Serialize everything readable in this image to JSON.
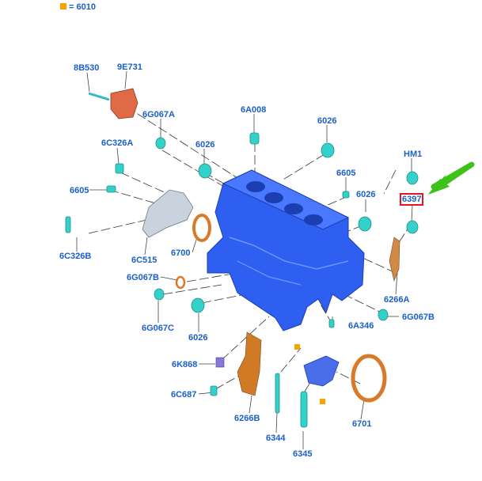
{
  "legend": {
    "text": "= 6010",
    "marker_color": "#f5a300"
  },
  "colors": {
    "label": "#1a5fc9",
    "block": "#2f5ff0",
    "highlight": "#e8141c",
    "arrow": "#3ec21a",
    "connector": "#33d1c9",
    "seal": "#d87a2a",
    "pump": "#e06a45"
  },
  "labels": [
    {
      "id": "8B530",
      "text": "8B530"
    },
    {
      "id": "9E731",
      "text": "9E731"
    },
    {
      "id": "6A008",
      "text": "6A008"
    },
    {
      "id": "6026a",
      "text": "6026"
    },
    {
      "id": "6G067A",
      "text": "6G067A"
    },
    {
      "id": "6026b",
      "text": "6026"
    },
    {
      "id": "6C326A",
      "text": "6C326A"
    },
    {
      "id": "HM1",
      "text": "HM1"
    },
    {
      "id": "6605a",
      "text": "6605"
    },
    {
      "id": "6605b",
      "text": "6605"
    },
    {
      "id": "6026c",
      "text": "6026"
    },
    {
      "id": "6397",
      "text": "6397",
      "highlight": true
    },
    {
      "id": "6C326B",
      "text": "6C326B"
    },
    {
      "id": "6C515",
      "text": "6C515"
    },
    {
      "id": "6700",
      "text": "6700"
    },
    {
      "id": "6G067B",
      "text": "6G067B"
    },
    {
      "id": "6266A",
      "text": "6266A"
    },
    {
      "id": "6G067C",
      "text": "6G067C"
    },
    {
      "id": "6G067B2",
      "text": "6G067B"
    },
    {
      "id": "6A346",
      "text": "6A346"
    },
    {
      "id": "6026d",
      "text": "6026"
    },
    {
      "id": "6K868",
      "text": "6K868"
    },
    {
      "id": "6C687",
      "text": "6C687"
    },
    {
      "id": "6266B",
      "text": "6266B"
    },
    {
      "id": "6701",
      "text": "6701"
    },
    {
      "id": "6344",
      "text": "6344"
    },
    {
      "id": "6345",
      "text": "6345"
    }
  ]
}
